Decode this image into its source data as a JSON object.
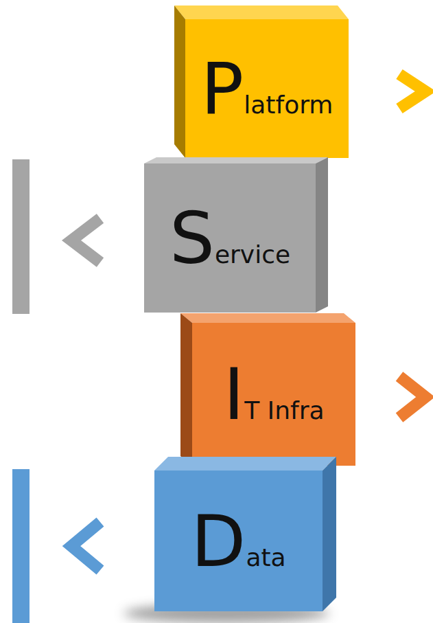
{
  "diagram": {
    "nodes": [
      {
        "text": [
          "Platform"
        ]
      },
      {
        "text": [
          "Service"
        ]
      },
      {
        "text": [
          "IT Infra"
        ]
      },
      {
        "text": [
          "Data"
        ]
      }
    ]
  }
}
